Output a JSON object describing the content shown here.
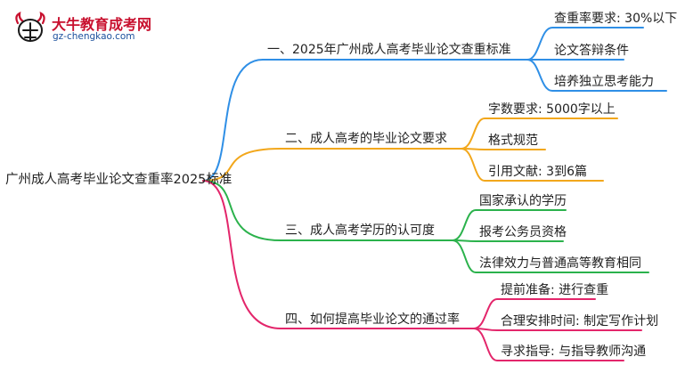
{
  "logo": {
    "title": "大牛教育成考网",
    "url": "gz-chengkao.com",
    "mark_text": "大牛",
    "icon": "ox-logo-icon"
  },
  "root": {
    "label": "广州成人高考毕业论文查重率2025标准"
  },
  "branches": [
    {
      "label": "一、2025年广州成人高考毕业论文查重标准",
      "color": "#2f8fe6",
      "children": [
        "查重率要求: 30%以下",
        "论文答辩条件",
        "培养独立思考能力"
      ]
    },
    {
      "label": "二、成人高考的毕业论文要求",
      "color": "#f2a71b",
      "children": [
        "字数要求: 5000字以上",
        "格式规范",
        "引用文献: 3到6篇"
      ]
    },
    {
      "label": "三、成人高考学历的认可度",
      "color": "#2bb24c",
      "children": [
        "国家承认的学历",
        "报考公务员资格",
        "法律效力与普通高等教育相同"
      ]
    },
    {
      "label": "四、如何提高毕业论文的通过率",
      "color": "#e3266b",
      "children": [
        "提前准备: 进行查重",
        "合理安排时间: 制定写作计划",
        "寻求指导: 与指导教师沟通"
      ]
    }
  ]
}
